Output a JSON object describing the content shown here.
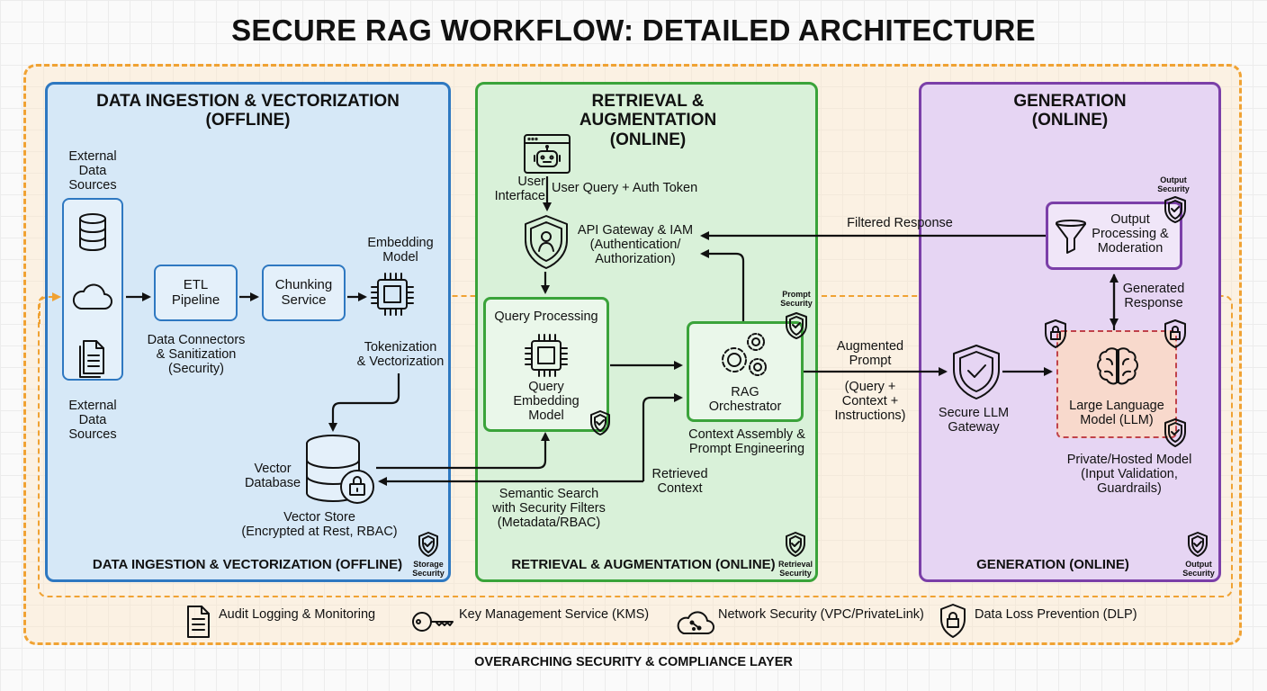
{
  "title": "SECURE RAG WORKFLOW: DETAILED ARCHITECTURE",
  "colors": {
    "ingestion": "#2e78c1",
    "retrieval": "#3aa33a",
    "generation": "#7b3fa8",
    "security_layer": "#f0a233",
    "llm": "#c0424a"
  },
  "ingestion": {
    "heading": "DATA INGESTION & VECTORIZATION\n(OFFLINE)",
    "footer": "DATA INGESTION & VECTORIZATION (OFFLINE)",
    "external_sources_top": "External\nData\nSources",
    "external_sources_bottom": "External\nData\nSources",
    "source_icons": [
      "database-icon",
      "cloud-icon",
      "documents-icon"
    ],
    "etl": "ETL\nPipeline",
    "etl_note": "Data Connectors\n& Sanitization\n(Security)",
    "chunking": "Chunking\nService",
    "embedding_model": "Embedding\nModel",
    "tokenization": "Tokenization\n& Vectorization",
    "vector_db": "Vector\nDatabase",
    "vector_store": "Vector Store\n(Encrypted at Rest, RBAC)",
    "badge": "Storage\nSecurity"
  },
  "retrieval": {
    "heading": "RETRIEVAL &\nAUGMENTATION\n(ONLINE)",
    "footer": "RETRIEVAL & AUGMENTATION (ONLINE)",
    "user_interface": "User\nInterface",
    "user_query": "User Query + Auth Token",
    "api_gateway": "API Gateway & IAM\n(Authentication/\nAuthorization)",
    "query_processing": "Query Processing",
    "query_embedding": "Query\nEmbedding\nModel",
    "rag_orchestrator": "RAG\nOrchestrator",
    "context_assembly": "Context Assembly &\nPrompt Engineering",
    "retrieved_context": "Retrieved\nContext",
    "semantic_search": "Semantic Search\nwith Security Filters\n(Metadata/RBAC)",
    "prompt_badge": "Prompt\nSecurity",
    "badge": "Retrieval\nSecurity"
  },
  "flows": {
    "filtered_response": "Filtered Response",
    "augmented_prompt": "Augmented\nPrompt",
    "augmented_detail": "(Query +\nContext +\nInstructions)",
    "generated_response": "Generated\nResponse"
  },
  "generation": {
    "heading": "GENERATION\n(ONLINE)",
    "footer": "GENERATION (ONLINE)",
    "output_processing": "Output\nProcessing &\nModeration",
    "output_badge": "Output\nSecurity",
    "secure_gateway": "Secure LLM\nGateway",
    "llm": "Large Language\nModel (LLM)",
    "llm_note": "Private/Hosted Model\n(Input Validation,\nGuardrails)",
    "badge": "Output\nSecurity"
  },
  "security_layer": {
    "label": "OVERARCHING SECURITY & COMPLIANCE LAYER",
    "items": [
      {
        "icon": "document-icon",
        "label": "Audit Logging\n& Monitoring"
      },
      {
        "icon": "key-icon",
        "label": "Key Management\nService (KMS)"
      },
      {
        "icon": "cloud-network-icon",
        "label": "Network Security\n(VPC/PrivateLink)"
      },
      {
        "icon": "shield-lock-icon",
        "label": "Data Loss\nPrevention (DLP)"
      }
    ]
  }
}
